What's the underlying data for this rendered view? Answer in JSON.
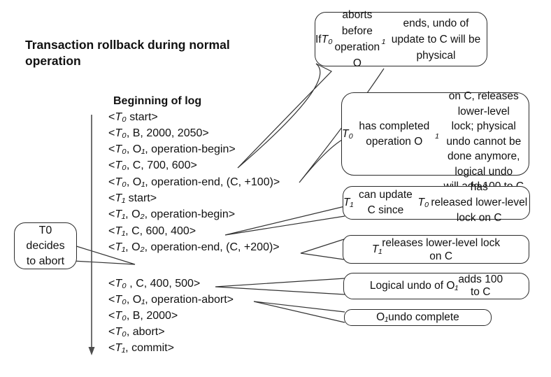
{
  "title": "Transaction rollback during normal operation",
  "log": {
    "heading": "Beginning of log",
    "entries": [
      "<T₀ start>",
      "<T₀, B, 2000, 2050>",
      "<T₀, O₁, operation-begin>",
      "<T₀, C, 700, 600>",
      "<T₀, O₁, operation-end, (C, +100)>",
      "<T₁ start>",
      "<T₁, O₂, operation-begin>",
      "<T₁, C, 600, 400>",
      "<T₁, O₂, operation-end, (C, +200)>",
      "<T₀ , C, 400, 500>",
      "<T₀, O₁, operation-abort>",
      "<T₀, B, 2000>",
      "<T₀, abort>",
      "<T₁, commit>"
    ]
  },
  "callouts": {
    "abort_decision": {
      "text": "T0\ndecides\nto abort"
    },
    "physical_undo": {
      "text": "If T₀ aborts before\noperation O₁ ends, undo of\nupdate to C will be physical"
    },
    "operation_end": {
      "text": "T₀ has completed operation O₁\non C, releases lower-level\nlock; physical undo cannot be\ndone anymore, logical undo\nwill add 100 to C"
    },
    "t1_update": {
      "text": "T₁ can update C since T₀ has\nreleased lower-level lock on C"
    },
    "t1_release": {
      "text": "T₁ releases lower-level lock\non C"
    },
    "logical_undo": {
      "text": "Logical undo of O₁ adds 100\nto C"
    },
    "undo_complete": {
      "text": "O₁ undo complete"
    }
  },
  "colors": {
    "ink": "#111111",
    "bubble_border": "#2b2b2b",
    "connector": "#333333",
    "arrow": "#4d4d4d",
    "background": "#ffffff"
  }
}
